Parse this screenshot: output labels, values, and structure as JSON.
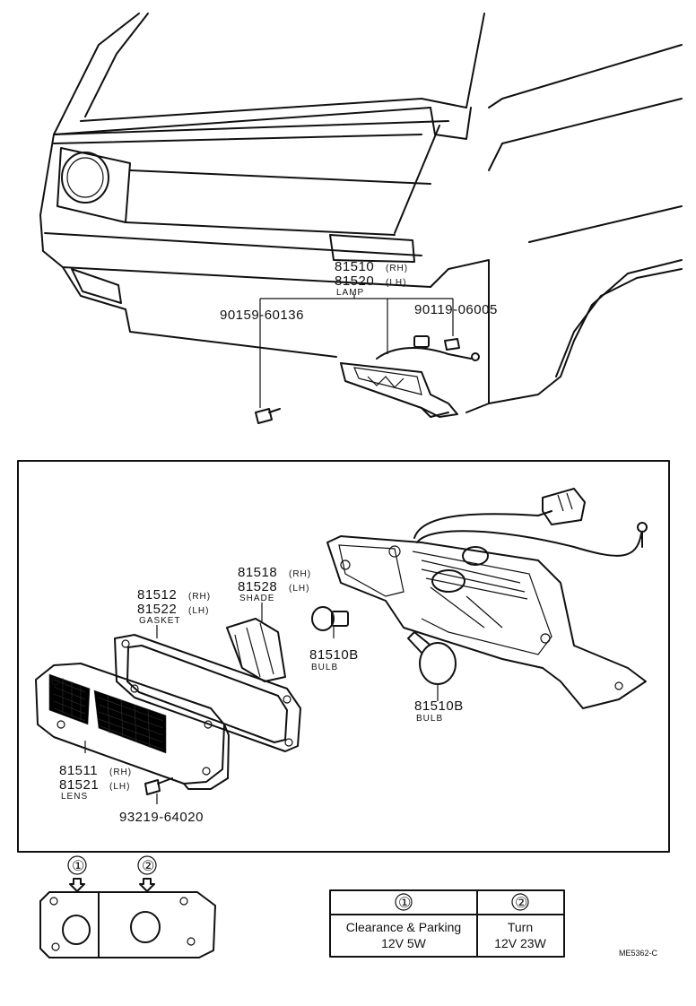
{
  "labels": {
    "lamp_rh": "81510",
    "lamp_lh": "81520",
    "lamp_name": "LAMP",
    "screw_left": "90159-60136",
    "screw_right": "90119-06005",
    "gasket_rh": "81512",
    "gasket_lh": "81522",
    "gasket_name": "GASKET",
    "shade_rh": "81518",
    "shade_lh": "81528",
    "shade_name": "SHADE",
    "bulb_small": "81510B",
    "bulb_small_name": "BULB",
    "bulb_large": "81510B",
    "bulb_large_name": "BULB",
    "lens_rh": "81511",
    "lens_lh": "81521",
    "lens_name": "LENS",
    "lens_screw": "93219-64020",
    "rh": "(RH)",
    "lh": "(LH)"
  },
  "position_markers": [
    "①",
    "②"
  ],
  "spec_table": {
    "headers": [
      "①",
      "②"
    ],
    "row1": [
      "Clearance & Parking",
      "Turn"
    ],
    "row2": [
      "12V 5W",
      "12V 23W"
    ]
  },
  "drawing_code": "ME5362-C"
}
